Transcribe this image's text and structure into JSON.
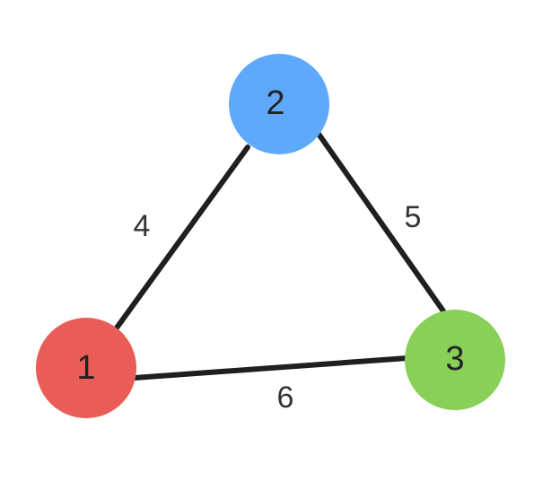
{
  "graph": {
    "colors": {
      "node_1": "#ea5c57",
      "node_2": "#5ea9fb",
      "node_3": "#88d058",
      "edge": "#1f1f1f",
      "text": "#222222"
    },
    "nodes": [
      {
        "id": "1",
        "label": "1",
        "color": "#ea5c57"
      },
      {
        "id": "2",
        "label": "2",
        "color": "#5ea9fb"
      },
      {
        "id": "3",
        "label": "3",
        "color": "#88d058"
      }
    ],
    "edges": [
      {
        "from": "1",
        "to": "2",
        "weight": "4"
      },
      {
        "from": "2",
        "to": "3",
        "weight": "5"
      },
      {
        "from": "1",
        "to": "3",
        "weight": "6"
      }
    ]
  }
}
